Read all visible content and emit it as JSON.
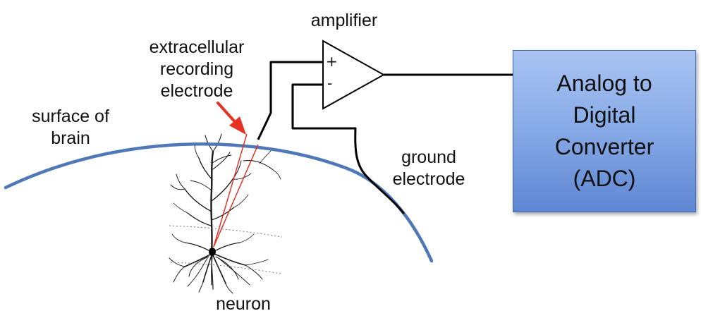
{
  "labels": {
    "amplifier": "amplifier",
    "electrode_line1": "extracellular",
    "electrode_line2": "recording",
    "electrode_line3": "electrode",
    "surface_line1": "surface of",
    "surface_line2": "brain",
    "ground_line1": "ground",
    "ground_line2": "electrode",
    "neuron": "neuron"
  },
  "amplifier_inputs": {
    "plus": "+",
    "minus": "-"
  },
  "adc": {
    "line1": "Analog to",
    "line2": "Digital",
    "line3": "Converter",
    "line4": "(ADC)"
  },
  "colors": {
    "brain_surface": "#4f78b8",
    "electrode_tip": "#e0291b",
    "arrow": "#e53223",
    "wires": "#000000",
    "adc_fill": "#86a9e6"
  }
}
